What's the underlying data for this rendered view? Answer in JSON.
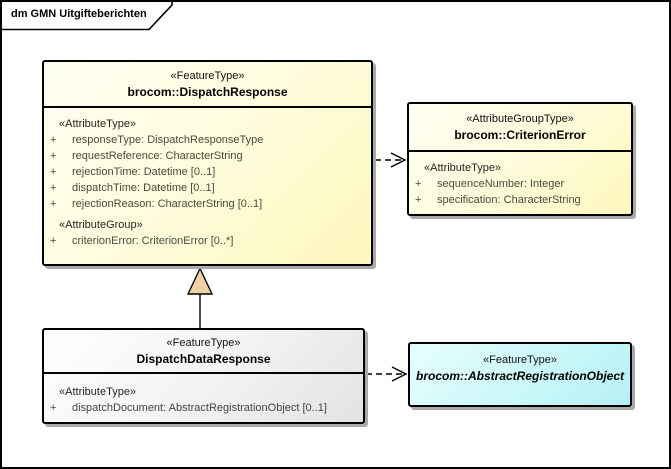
{
  "frame": {
    "title": "dm GMN Uitgifteberichten"
  },
  "colors": {
    "yellow_box_fill": "#FDF7BC",
    "gray_box_fill": "#E9E9E9",
    "cyan_box_fill": "#C9F7F9",
    "box_border": "#000000",
    "shadow": "#AAAAAA",
    "generalization_triangle_fill": "#F0D2A8",
    "attribute_text": "#4A4A3C"
  },
  "boxes": {
    "dispatchResponse": {
      "stereotype": "«FeatureType»",
      "name": "brocom::DispatchResponse",
      "rows": [
        {
          "text": "«AttributeType»"
        },
        {
          "vis": "+",
          "text": "responseType: DispatchResponseType"
        },
        {
          "vis": "+",
          "text": "requestReference: CharacterString"
        },
        {
          "vis": "+",
          "text": "rejectionTime: Datetime [0..1]"
        },
        {
          "vis": "+",
          "text": "dispatchTime: Datetime [0..1]"
        },
        {
          "vis": "+",
          "text": "rejectionReason: CharacterString [0..1]"
        },
        {
          "text": "«AttributeGroup»"
        },
        {
          "vis": "+",
          "text": "criterionError: CriterionError [0..*]"
        }
      ]
    },
    "criterionError": {
      "stereotype": "«AttributeGroupType»",
      "name": "brocom::CriterionError",
      "rows": [
        {
          "text": "«AttributeType»"
        },
        {
          "vis": "+",
          "text": "sequenceNumber: Integer"
        },
        {
          "vis": "+",
          "text": "specification: CharacterString"
        }
      ]
    },
    "dispatchDataResponse": {
      "stereotype": "«FeatureType»",
      "name": "DispatchDataResponse",
      "rows": [
        {
          "text": "«AttributeType»"
        },
        {
          "vis": "+",
          "text": "dispatchDocument: AbstractRegistrationObject [0..1]"
        }
      ]
    },
    "abstractRegistrationObject": {
      "stereotype": "«FeatureType»",
      "name": "brocom::AbstractRegistrationObject"
    }
  }
}
